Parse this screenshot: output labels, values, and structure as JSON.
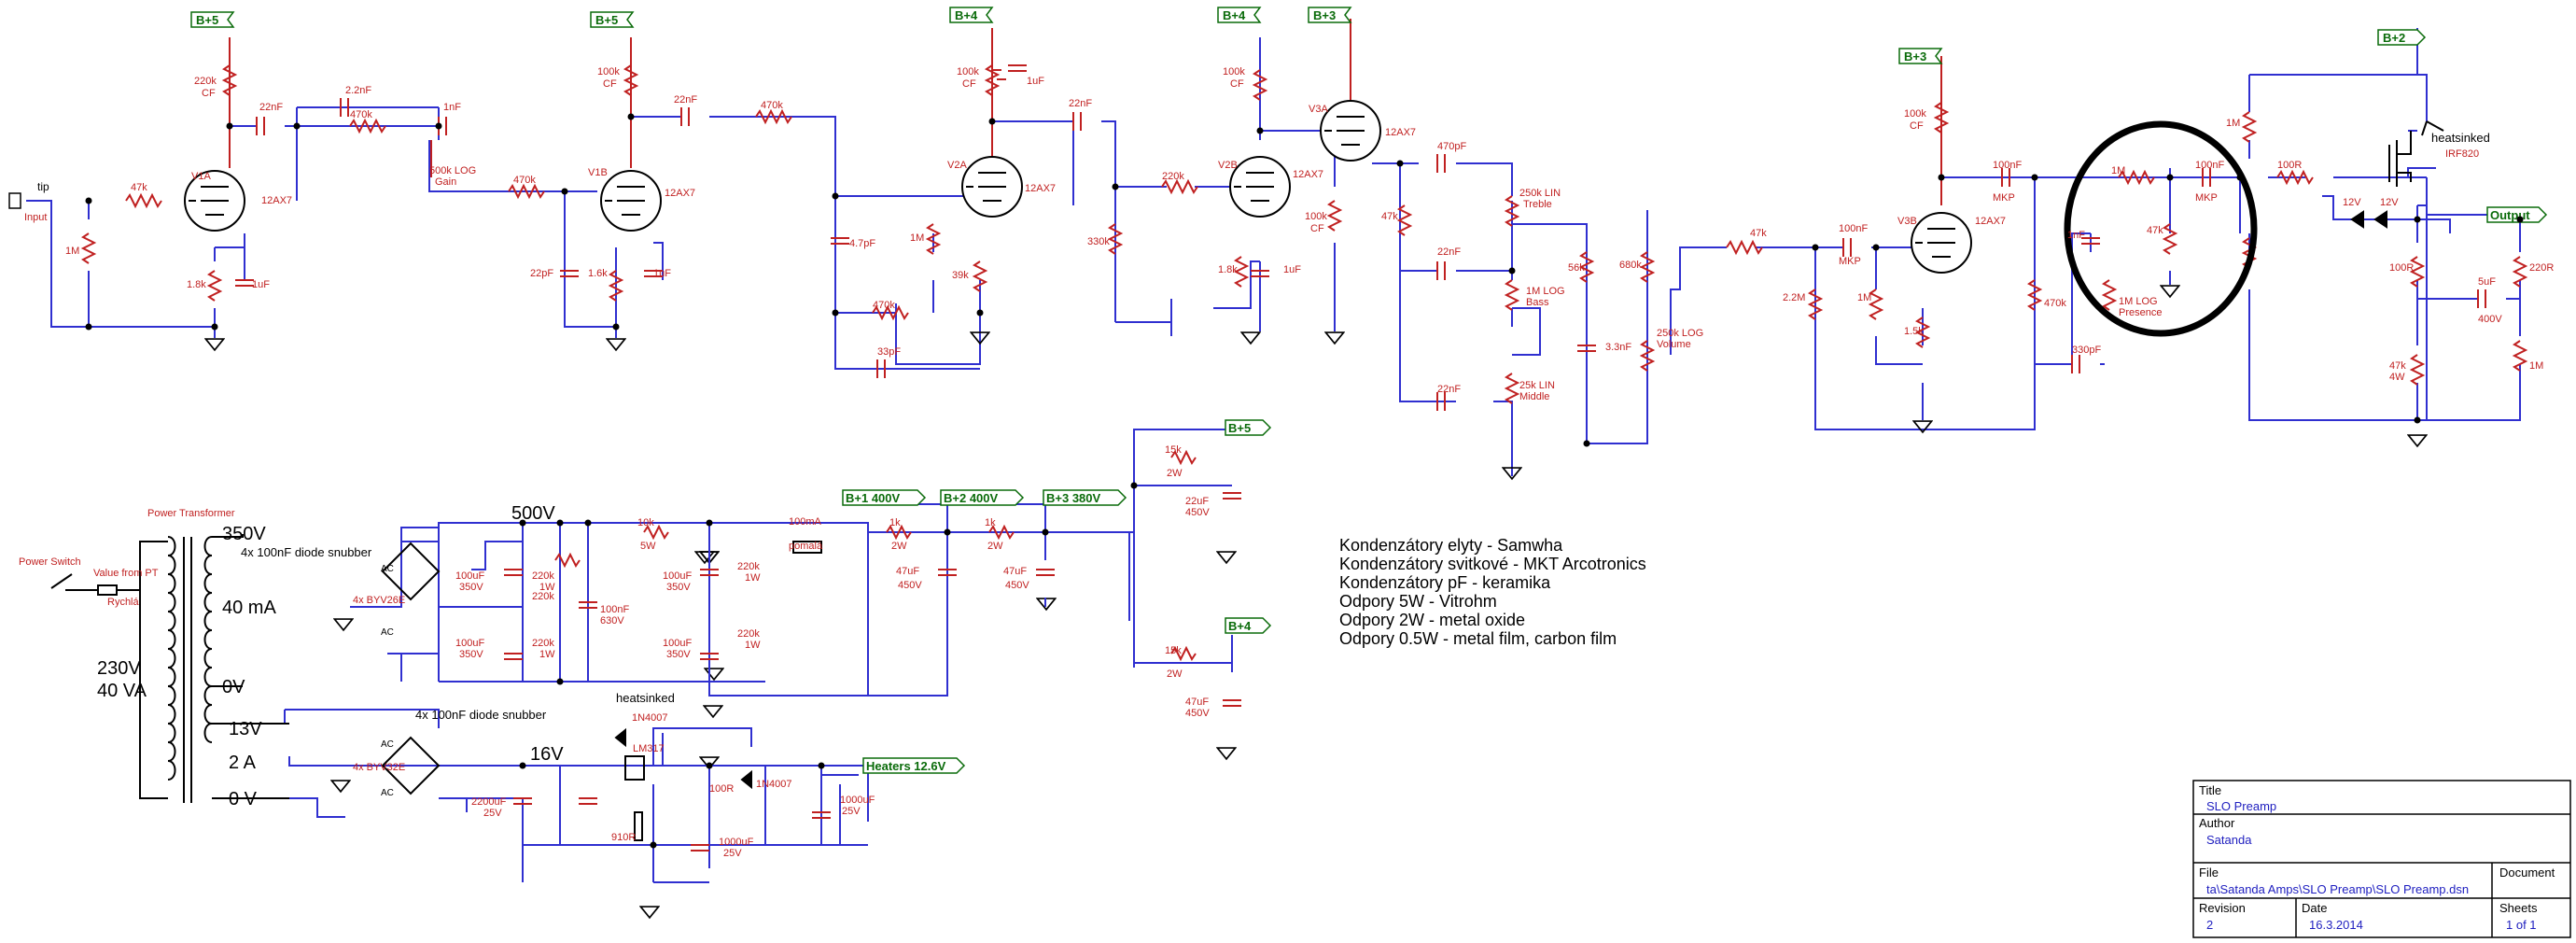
{
  "rails": {
    "bp5_a": "B+5",
    "bp5_b": "B+5",
    "bp4_a": "B+4",
    "bp4_b": "B+4",
    "bp3_a": "B+3",
    "bp3_b": "B+3",
    "bp2": "B+2",
    "b1_400": "B+1 400V",
    "b2_400": "B+2 400V",
    "b3_380": "B+3 380V",
    "b5_out": "B+5",
    "b4_out": "B+4",
    "heaters": "Heaters 12.6V",
    "output": "Output"
  },
  "tubes": {
    "v1a": "V1A",
    "v1b": "V1B",
    "v2a": "V2A",
    "v2b": "V2B",
    "v3a": "V3A",
    "v3b": "V3B",
    "type": "12AX7"
  },
  "labels": {
    "tip": "tip",
    "input": "Input",
    "r220k_cf": "220k",
    "cf": "CF",
    "c22n": "22nF",
    "c2n2": "2.2nF",
    "r470k": "470k",
    "c1n": "1nF",
    "r47k": "47k",
    "r1m": "1M",
    "r1k8": "1.8k",
    "c1u": "1uF",
    "pot500k": "500k LOG",
    "gain": "Gain",
    "r100k": "100k",
    "c22p": "22pF",
    "r1k6": "1.6k",
    "c4p7": "4.7pF",
    "r39k": "39k",
    "c33p": "33pF",
    "r220k": "220k",
    "r330k": "330k",
    "c470p": "470pF",
    "r250k_lin": "250k LIN",
    "treble": "Treble",
    "r1m_log": "1M LOG",
    "bass": "Bass",
    "r56k": "56k",
    "r680k": "680k",
    "c3n3": "3.3nF",
    "r250k_log": "250k LOG",
    "volume": "Volume",
    "r25k_lin": "25k LIN",
    "middle": "Middle",
    "c100n": "100nF",
    "mkp": "MKP",
    "r2m2": "2.2M",
    "r1k5": "1.5k",
    "r470k_b": "470k",
    "c1nf": "1nF",
    "r1m_log_p": "1M LOG",
    "presence": "Presence",
    "c330p": "330pF",
    "r100r": "100R",
    "heatsinked": "heatsinked",
    "irf820": "IRF820",
    "z12v": "12V",
    "r220r": "220R",
    "c5u": "5uF",
    "c400v": "400V",
    "r47k4w": "47k",
    "w4": "4W"
  },
  "psu": {
    "power_switch": "Power Switch",
    "fuse": "Value from PT",
    "fuse2": "Rychlá",
    "transformer": "Power Transformer",
    "v350": "350V",
    "ma40": "40 mA",
    "v0": "0V",
    "v230": "230V",
    "va40": "40 VA",
    "v13": "13V",
    "a2": "2 A",
    "v0b": "0 V",
    "snubber1": "4x 100nF diode snubber",
    "snubber2": "4x 100nF diode snubber",
    "bridge1": "4x BYV26E",
    "bridge2": "4x BYV32E",
    "ac": "AC",
    "v500": "500V",
    "v16": "16V",
    "r10k": "10k",
    "w5": "5W",
    "c100u": "100uF",
    "v350c": "350V",
    "r220k1w": "220k",
    "w1": "1W",
    "c100n630": "100nF",
    "v630": "630V",
    "fuse100": "100mA",
    "pomala": "pomalá",
    "r1k": "1k",
    "w2": "2W",
    "c47u": "47uF",
    "v450": "450V",
    "r15k": "15k",
    "c22u": "22uF",
    "heatsinked2": "heatsinked",
    "d1n4007": "1N4007",
    "lm317": "LM317",
    "c2200u": "2200uF",
    "v25": "25V",
    "r100r2": "100R",
    "r910r": "910R",
    "c1000u": "1000uF"
  },
  "notes": [
    "Kondenzátory elyty - Samwha",
    "Kondenzátory svitkové - MKT Arcotronics",
    "Kondenzátory pF - keramika",
    "Odpory 5W - Vitrohm",
    "Odpory 2W - metal oxide",
    "Odpory 0.5W - metal film, carbon film"
  ],
  "title_block": {
    "title_label": "Title",
    "title": "SLO Preamp",
    "author_label": "Author",
    "author": "Satanda",
    "file_label": "File",
    "file": "ta\\Satanda Amps\\SLO Preamp\\SLO Preamp.dsn",
    "document_label": "Document",
    "revision_label": "Revision",
    "revision": "2",
    "date_label": "Date",
    "date": "16.3.2014",
    "sheets_label": "Sheets",
    "sheets": "1 of 1"
  }
}
